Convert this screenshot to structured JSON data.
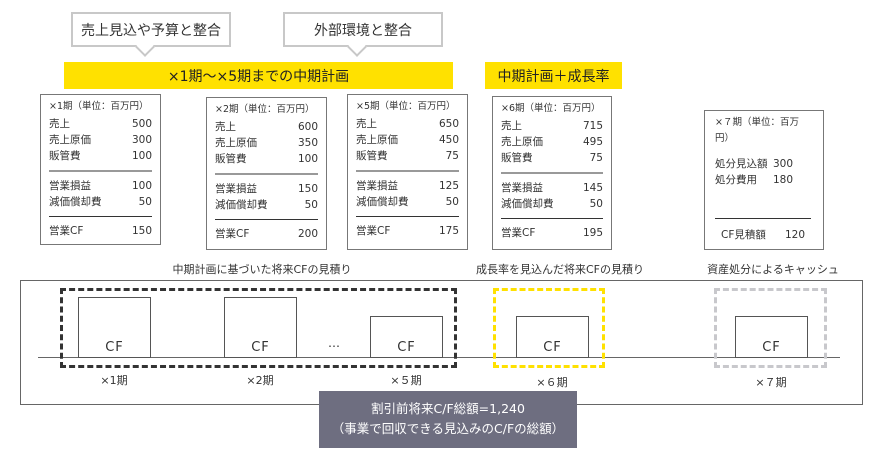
{
  "callouts": [
    "売上見込や予算と整合",
    "外部環境と整合"
  ],
  "banners": {
    "midterm": "×1期〜×5期までの中期計画",
    "growth": "中期計画＋成長率"
  },
  "cards": [
    {
      "title": "×1期（単位：百万円）",
      "rows1": [
        [
          "売上",
          "500"
        ],
        [
          "売上原価",
          "300"
        ],
        [
          "販管費",
          "100"
        ]
      ],
      "rows2": [
        [
          "営業損益",
          "100"
        ],
        [
          "減価償却費",
          "50"
        ]
      ],
      "total": [
        "営業CF",
        "150"
      ]
    },
    {
      "title": "×2期（単位：百万円）",
      "rows1": [
        [
          "売上",
          "600"
        ],
        [
          "売上原価",
          "350"
        ],
        [
          "販管費",
          "100"
        ]
      ],
      "rows2": [
        [
          "営業損益",
          "150"
        ],
        [
          "減価償却費",
          "50"
        ]
      ],
      "total": [
        "営業CF",
        "200"
      ]
    },
    {
      "title": "×5期（単位：百万円）",
      "rows1": [
        [
          "売上",
          "650"
        ],
        [
          "売上原価",
          "450"
        ],
        [
          "販管費",
          "75"
        ]
      ],
      "rows2": [
        [
          "営業損益",
          "125"
        ],
        [
          "減価償却費",
          "50"
        ]
      ],
      "total": [
        "営業CF",
        "175"
      ]
    },
    {
      "title": "×6期（単位：百万円）",
      "rows1": [
        [
          "売上",
          "715"
        ],
        [
          "売上原価",
          "495"
        ],
        [
          "販管費",
          "75"
        ]
      ],
      "rows2": [
        [
          "営業損益",
          "145"
        ],
        [
          "減価償却費",
          "50"
        ]
      ],
      "total": [
        "営業CF",
        "195"
      ]
    }
  ],
  "card7": {
    "title": "×７期（単位：百万円）",
    "rows": [
      [
        "処分見込額",
        "300"
      ],
      [
        "処分費用",
        "180"
      ]
    ],
    "total": [
      "CF見積額",
      "120"
    ]
  },
  "section_labels": [
    "中期計画に基づいた将来CFの見積り",
    "成長率を見込んだ将来CFの見積り",
    "資産処分によるキャッシュ"
  ],
  "cf_label": "CF",
  "ellipsis": "…",
  "periods": [
    "×1期",
    "×2期",
    "×５期",
    "×６期",
    "×７期"
  ],
  "summary": {
    "line1": "割引前将来C/F総額=1,240",
    "line2": "（事業で回収できる見込みのC/Fの総額）"
  },
  "colors": {
    "yellow": "#ffe100",
    "summary_bg": "#6e6e80",
    "gray_dash": "#c8c8cc"
  }
}
